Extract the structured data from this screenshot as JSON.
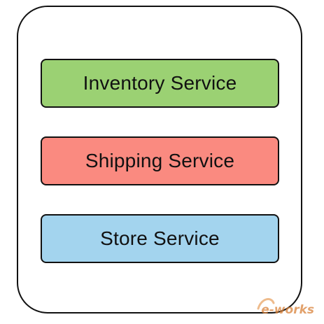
{
  "services": [
    {
      "label": "Inventory Service",
      "color": "#9bd173"
    },
    {
      "label": "Shipping Service",
      "color": "#fa8a80"
    },
    {
      "label": "Store Service",
      "color": "#a3d4ee"
    }
  ],
  "frame": {
    "border_color": "#111111"
  },
  "watermark": {
    "text": "e-works",
    "color": "#d9823a"
  }
}
